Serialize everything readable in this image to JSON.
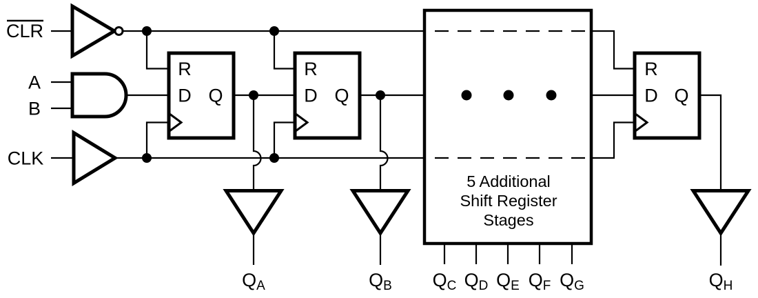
{
  "colors": {
    "ink": "#000000",
    "background": "#ffffff"
  },
  "inputs": {
    "clr": "CLR",
    "a": "A",
    "b": "B",
    "clk": "CLK"
  },
  "flip_flops": [
    {
      "reset": "R",
      "data": "D",
      "output": "Q"
    },
    {
      "reset": "R",
      "data": "D",
      "output": "Q"
    },
    {
      "reset": "R",
      "data": "D",
      "output": "Q"
    }
  ],
  "stage_box": {
    "line1": "5 Additional",
    "line2": "Shift Register",
    "line3": "Stages"
  },
  "outputs": [
    {
      "base": "Q",
      "sub": "A"
    },
    {
      "base": "Q",
      "sub": "B"
    },
    {
      "base": "Q",
      "sub": "C"
    },
    {
      "base": "Q",
      "sub": "D"
    },
    {
      "base": "Q",
      "sub": "E"
    },
    {
      "base": "Q",
      "sub": "F"
    },
    {
      "base": "Q",
      "sub": "G"
    },
    {
      "base": "Q",
      "sub": "H"
    }
  ]
}
